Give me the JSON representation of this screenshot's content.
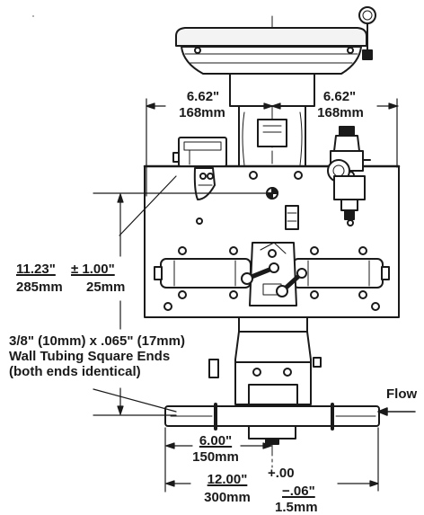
{
  "dimensions": {
    "left_width": {
      "inches": "6.62\"",
      "mm": "168mm"
    },
    "right_width": {
      "inches": "6.62\"",
      "mm": "168mm"
    },
    "height": {
      "inches": "11.23\"",
      "tolerance_inches": "± 1.00\"",
      "mm": "285mm",
      "tolerance_mm": "25mm"
    },
    "half_length": {
      "inches": "6.00\"",
      "mm": "150mm"
    },
    "overall_length": {
      "inches": "12.00\"",
      "mm": "300mm",
      "tol_plus": "+.00",
      "tol_minus": "−.06\"",
      "tol_minus_mm": "1.5mm"
    }
  },
  "tubing_note": {
    "line1": "3/8\" (10mm) x .065\" (17mm)",
    "line2": "Wall Tubing Square Ends",
    "line3": "(both ends identical)"
  },
  "flow_label": "Flow",
  "colors": {
    "ink": "#1a1a1a",
    "paper": "#ffffff"
  }
}
